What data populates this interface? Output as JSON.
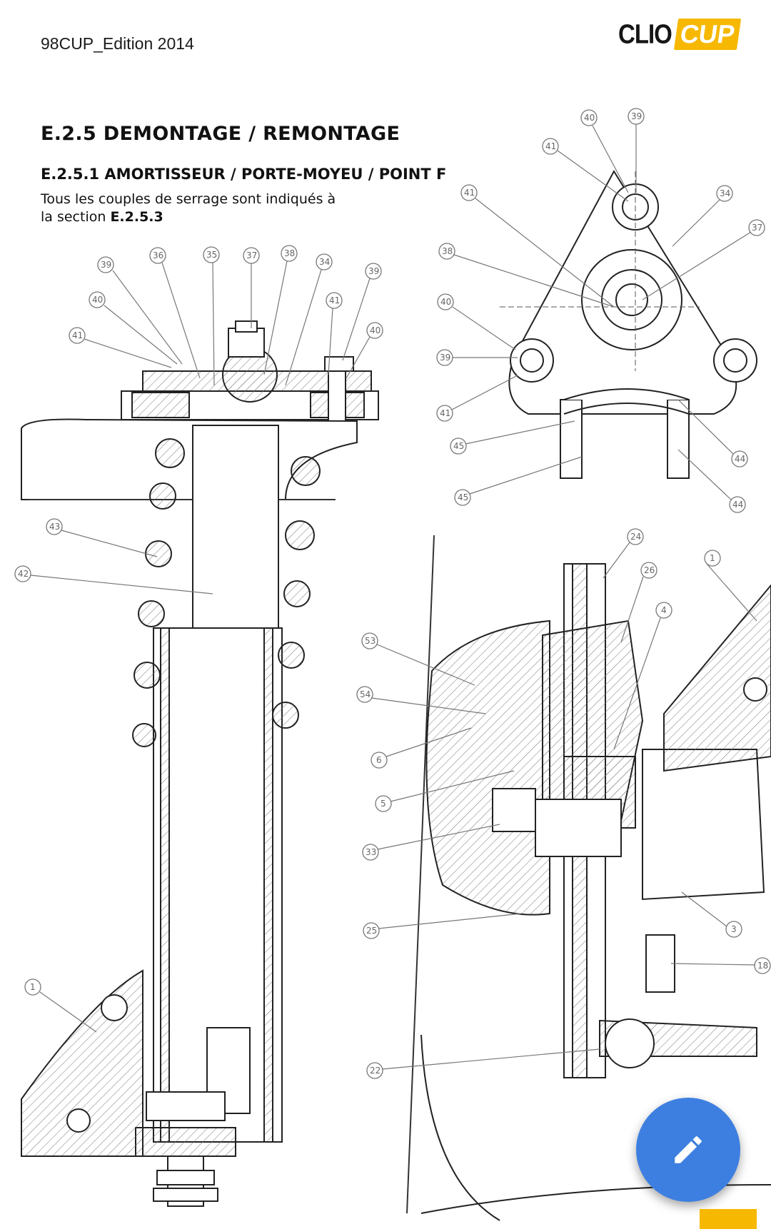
{
  "header": {
    "edition": "98CUP_Edition 2014",
    "logo_word": "CLIO",
    "logo_badge": "CUP",
    "brand_yellow": "#f6b800"
  },
  "section": {
    "title": "E.2.5 DEMONTAGE / REMONTAGE",
    "subtitle": "E.2.5.1 AMORTISSEUR / PORTE-MOYEU / POINT F",
    "intro_line1": "Tous les couples de serrage sont indiqués à",
    "intro_line2_prefix": "la section ",
    "intro_ref": "E.2.5.3"
  },
  "diagram_labels": {
    "strut": [
      "39",
      "36",
      "35",
      "37",
      "38",
      "34",
      "39",
      "40",
      "41",
      "41",
      "40",
      "43",
      "42",
      "1"
    ],
    "top_mount": [
      "40",
      "39",
      "41",
      "34",
      "37",
      "41",
      "38",
      "40",
      "39",
      "41",
      "45",
      "45",
      "44",
      "44"
    ],
    "hub": [
      "24",
      "26",
      "4",
      "1",
      "53",
      "54",
      "6",
      "5",
      "33",
      "25",
      "22",
      "3",
      "18"
    ]
  },
  "fab": {
    "icon": "pencil-edit-icon",
    "color": "#3d7fe0"
  }
}
